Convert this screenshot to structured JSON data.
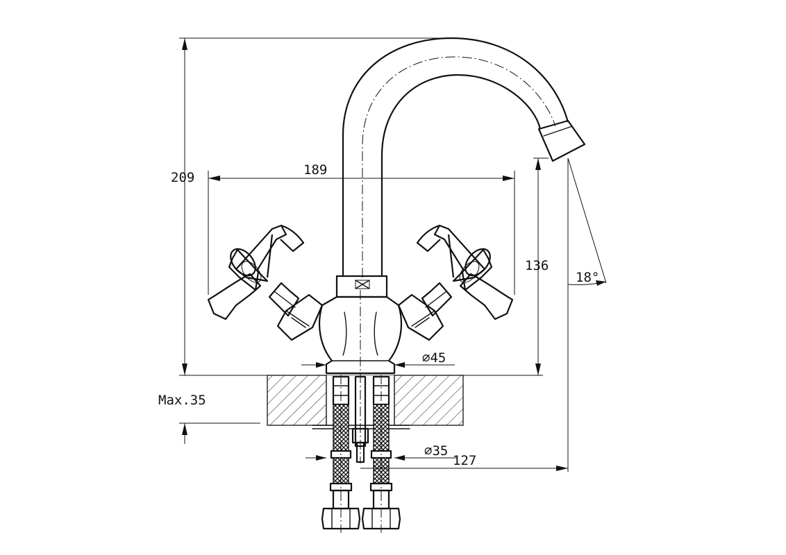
{
  "dimensions": {
    "total_height": "209",
    "handle_span": "189",
    "spout_height": "136",
    "spout_angle": "18°",
    "body_diameter": "⌀45",
    "hole_diameter": "⌀35",
    "spout_reach": "127",
    "max_thickness": "Max.35"
  },
  "colors": {
    "line": "#111111",
    "background": "#ffffff"
  }
}
